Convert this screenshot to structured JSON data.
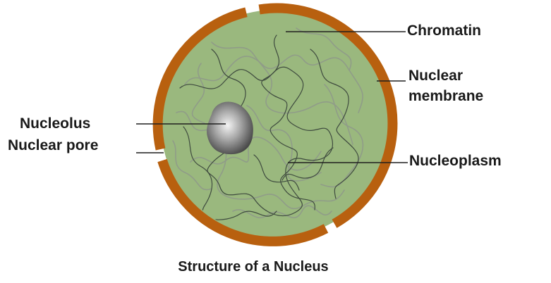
{
  "labels": {
    "chromatin": "Chromatin",
    "nuclear_membrane_line1": "Nuclear",
    "nuclear_membrane_line2": "membrane",
    "nucleolus": "Nucleolus",
    "nuclear_pore": "Nuclear pore",
    "nucleoplasm": "Nucleoplasm"
  },
  "title": "Structure of a Nucleus",
  "colors": {
    "membrane": "#b8600f",
    "nucleoplasm": "#9ab87e",
    "chromatin": "#4a5a4a",
    "leader_line": "#1f1f1f",
    "nucleolus_light": "#f2f2f2",
    "nucleolus_dark": "#4a4a4a"
  }
}
